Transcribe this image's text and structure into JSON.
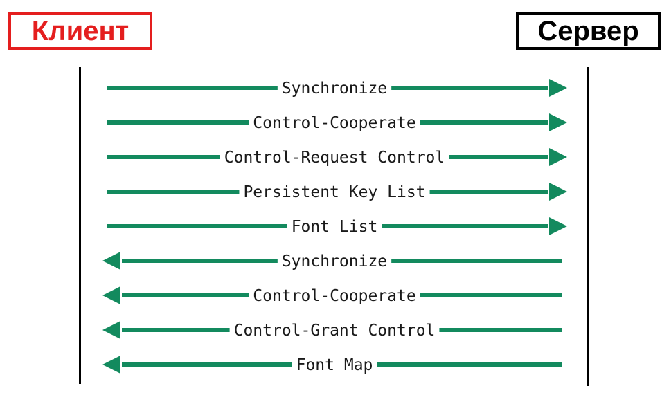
{
  "parties": {
    "client": "Клиент",
    "server": "Сервер"
  },
  "colors": {
    "arrow": "#138a5e",
    "client_border": "#e41e1e",
    "server_border": "#000000",
    "text": "#1a1a1a"
  },
  "messages": [
    {
      "label": "Synchronize",
      "direction": "client-to-server"
    },
    {
      "label": "Control-Cooperate",
      "direction": "client-to-server"
    },
    {
      "label": "Control-Request Control",
      "direction": "client-to-server"
    },
    {
      "label": "Persistent Key List",
      "direction": "client-to-server"
    },
    {
      "label": "Font List",
      "direction": "client-to-server"
    },
    {
      "label": "Synchronize",
      "direction": "server-to-client"
    },
    {
      "label": "Control-Cooperate",
      "direction": "server-to-client"
    },
    {
      "label": "Control-Grant Control",
      "direction": "server-to-client"
    },
    {
      "label": "Font Map",
      "direction": "server-to-client"
    }
  ]
}
